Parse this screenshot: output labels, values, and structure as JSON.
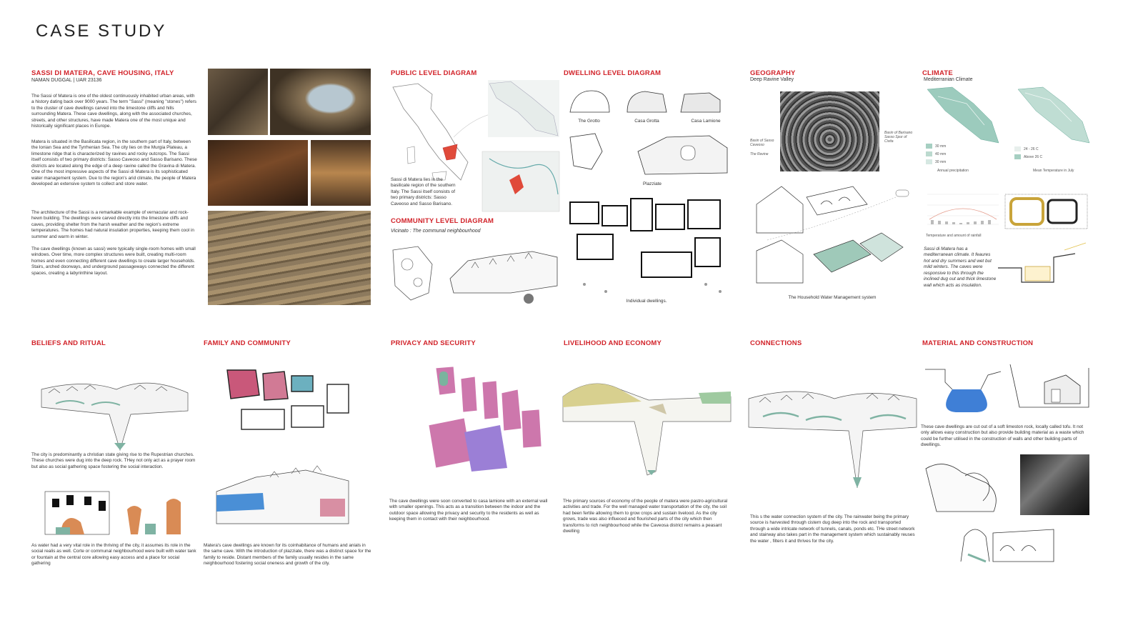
{
  "page": {
    "title": "CASE STUDY"
  },
  "intro": {
    "heading": "SASSI DI MATERA, CAVE HOUSING, ITALY",
    "author": "NAMAN DUGGAL  |  UAR 23136",
    "p1": "The Sassi of Matera is one of the oldest continuously inhabited urban areas, with a history dating back over 9000 years. The term \"Sassi\" (meaning \"stones\") refers to the cluster of cave dwellings carved into the limestone cliffs and hills surrounding Matera. These cave dwellings, along with the associated churches, streets, and other structures, have made Matera one of the most unique and historically significant places in Europe.",
    "p2": "Matera is situated in the Basilicata region, in the southern part of Italy, between the Ionian Sea and the Tyrrhenian Sea. The city lies on the Murgia Plateau, a limestone ridge that is characterized by ravines and rocky outcrops. The Sassi itself consists of two primary districts: Sasso Caveoso and Sasso Barisano. These districts are located along the edge of a deep ravine called the Gravina di Matera. One of the most impressive aspects of the Sassi di Matera is its sophisticated water management system. Due to the region's arid climate, the people of Matera developed an extensive system to collect and store water.",
    "p3": "The architecture of the Sassi is a remarkable example of vernacular and rock-hewn building. The dwellings were carved directly into the limestone cliffs and caves, providing shelter from the harsh weather and the region's extreme temperatures. The homes had natural insulation properties, keeping them cool in summer and warm in winter.",
    "p4": "The cave dwellings (known as sassi) were typically single-room homes with small windows. Over time, more complex structures were built, creating multi-room homes and even connecting different cave dwellings to create larger households. Stairs, arched doorways, and underground passageways connected the different spaces, creating a labyrinthine layout."
  },
  "public": {
    "heading": "PUBLIC LEVEL DIAGRAM",
    "text": "Sassi di Matera lies in the basilicate region of the southern Italy. The Sassi itself consists of two primary districts: Sasso Caveoso and Sasso Barisano."
  },
  "community": {
    "heading": "COMMUNITY LEVEL DIAGRAM",
    "sub": "Vicinato : The communal neighbourhood"
  },
  "dwelling": {
    "heading": "DWELLING LEVEL DIAGRAM",
    "types": [
      "The Grotto",
      "Casa Grotta",
      "Casa Lamione"
    ],
    "plazza": "Plazziate",
    "individual": "Individual dwellings."
  },
  "geography": {
    "heading": "GEOGRAPHY",
    "sub": "Deep Ravine Valley",
    "label_left1": "Basin of Sasso Caveoso",
    "label_left2": "The Ravine",
    "label_right": "Basin of Barisano Sasso Spur of Civita",
    "water_caption": "The Household Water Management system"
  },
  "climate": {
    "heading": "CLIMATE",
    "sub": "Mediterranian Climate",
    "legend_left": [
      "30 mm",
      "40 mm",
      "30 mm"
    ],
    "legend_left_caption": "Annual precipitation",
    "legend_right": [
      "24 - 26 C",
      "Above 26 C"
    ],
    "legend_right_caption": "Mean Temperature in July",
    "chart_caption": "Temperature and amount of rainfall",
    "text": "Sassi di Matera has a mediterranean climate. It feaures hot and dry summers and wet but mild winters. The caves were responsive to this through the inclined dug out and thick limestone wall which acts as insulation."
  },
  "beliefs": {
    "heading": "BELIEFS AND RITUAL",
    "text1": "The city is predominantly a christian state giving rise to the Rupestrian churches. These churches were dug into the deep rock. THey not only act as a prayer room but also as social gathering space fostering the social interaction.",
    "text2": "As water had a very vital role in the thriving of the city, it assumes its role in the social realis as well. Corte or communal neighbourhood were built with water tank or fountain at the central core allowing easy access and a place for social gathering"
  },
  "family": {
    "heading": "FAMILY AND COMMUNITY",
    "text": "Matera's cave dwellings are known for its coinhabitance of humans and anials in the same cave. With the introduction of plazziate, there was a distinct space for the family to reside. Distant members of the family usually resides in the same neighbourhood fostering social oneness and growth of the city."
  },
  "privacy": {
    "heading": "PRIVACY AND SECURITY",
    "text": "The cave dwellings were soon converted to casa lamione with an external wall with smaller openings. This acts as a transition between the indoor and the outdoor space allowing the privacy and security to the residents as well as keeping them in contact with their neighbourhood."
  },
  "livelihood": {
    "heading": "LIVELIHOOD AND ECONOMY",
    "text": "THe primary sources of economy of the people of matera were pastro-agricultural activities and trade. For the well managed water transportation of the city, the soil had been fertile allowing them to grow crops and sustain livelood. As the city grows, trade was also influeced and flourished parts of the city which then transforms to rich neighbourhood while the Caveosa district remains a peasant dwelling"
  },
  "connections": {
    "heading": "CONNECTIONS",
    "text": "This s the water connection system of the city. The rainwater being the primary source is harvested through cistern dug deep into the rock and transported through a wide intricate network of tunnels, canals, ponds etc. THe street network and stairway also takes part in the management system which sustainably reuses the water , filters it and thrives for the city."
  },
  "material": {
    "heading": "MATERIAL AND CONSTRUCTION",
    "text": "These cave dwellings are cut out of a soft limeston rock, locally called tofu. It not only allows easy construction but also provide building material as a waste which could be further utilised in the construction of walls and other building parts of dwellings."
  },
  "colors": {
    "accent": "#d2232a",
    "teal": "#7fb3a3",
    "pink": "#c9587a",
    "blue": "#4a8fd6",
    "purple": "#9b7fd6"
  }
}
